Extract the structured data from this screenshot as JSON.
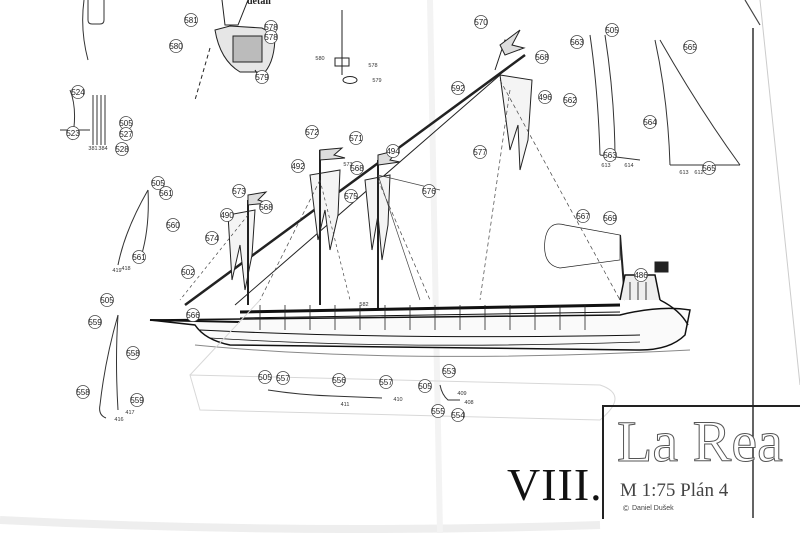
{
  "plan": {
    "detail_label": "detail",
    "plate_number": "VIII.",
    "title": "La Rea",
    "scale": "M 1:75 Plán 4",
    "copyright_symbol": "©",
    "author": "Daniel Dušek"
  },
  "callouts": [
    "581",
    "578",
    "580",
    "579",
    "578",
    "570",
    "568",
    "592",
    "496",
    "505",
    "563",
    "562",
    "563",
    "565",
    "564",
    "565",
    "524",
    "523",
    "505",
    "527",
    "528",
    "572",
    "571",
    "492",
    "568",
    "494",
    "577",
    "573",
    "568",
    "575",
    "576",
    "567",
    "569",
    "505",
    "561",
    "490",
    "574",
    "560",
    "561",
    "502",
    "486",
    "566",
    "505",
    "559",
    "558",
    "558",
    "559",
    "505",
    "557",
    "556",
    "557",
    "505",
    "553",
    "555",
    "554"
  ],
  "small_labels": [
    "578",
    "580",
    "579",
    "381",
    "384",
    "613",
    "614",
    "613",
    "612",
    "419",
    "418",
    "417",
    "416",
    "411",
    "410",
    "408",
    "409",
    "582",
    "573"
  ],
  "colors": {
    "paper": "#ffffff",
    "ink": "#222222",
    "pencil": "#777777"
  }
}
